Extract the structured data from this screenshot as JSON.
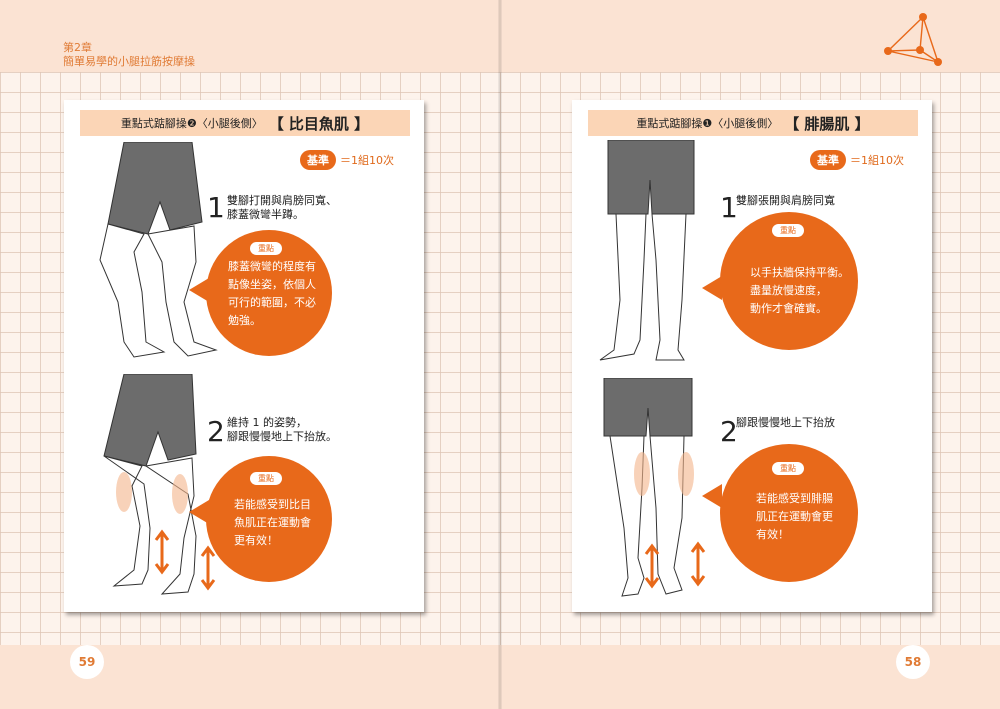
{
  "header": {
    "chapter": "第2章",
    "subtitle": "簡單易學的小腿拉筋按摩操"
  },
  "colors": {
    "accent": "#e8691a",
    "light": "#fbd5b6",
    "band": "#fbe3d3"
  },
  "left_card": {
    "title_small": "重點式踮腳操❷〈小腿後側〉",
    "title_big": "【 比目魚肌 】",
    "standard_label": "基準",
    "standard_value": "＝1組10次",
    "step1": {
      "num": "1",
      "line1": "雙腳打開與肩膀同寬、",
      "line2": "膝蓋微彎半蹲。"
    },
    "point1": {
      "badge": "重點",
      "line1": "膝蓋微彎的程度有",
      "line2": "點像坐姿，依個人",
      "line3": "可行的範圍，不必",
      "line4": "勉強。"
    },
    "step2": {
      "num": "2",
      "line1": "維持 1 的姿勢，",
      "line2": "腳跟慢慢地上下抬放。"
    },
    "point2": {
      "badge": "重點",
      "line1": "若能感受到比目",
      "line2": "魚肌正在運動會",
      "line3": "更有效！"
    }
  },
  "right_card": {
    "title_small": "重點式踮腳操❶〈小腿後側〉",
    "title_big": "【 腓腸肌 】",
    "standard_label": "基準",
    "standard_value": "＝1組10次",
    "step1": {
      "num": "1",
      "line1": "雙腳張開與肩膀同寬"
    },
    "point1": {
      "badge": "重點",
      "line1": "以手扶牆保持平衡。",
      "line2": "盡量放慢速度，",
      "line3": "動作才會確實。"
    },
    "step2": {
      "num": "2",
      "line1": "腳跟慢慢地上下抬放"
    },
    "point2": {
      "badge": "重點",
      "line1": "若能感受到腓腸",
      "line2": "肌正在運動會更",
      "line3": "有效！"
    }
  },
  "pages": {
    "left": "59",
    "right": "58"
  }
}
